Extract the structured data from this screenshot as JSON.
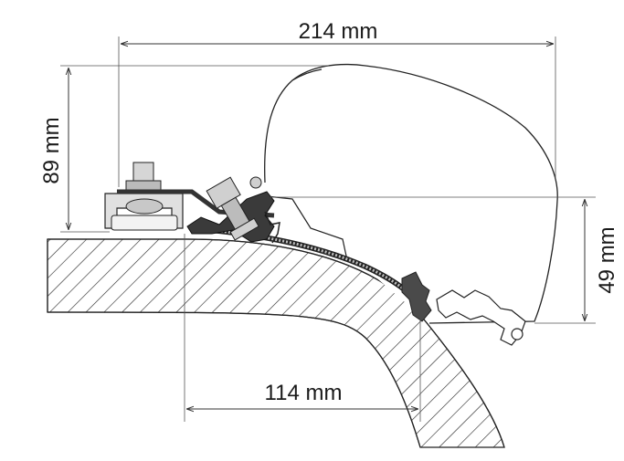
{
  "dimensions": {
    "width_total": "214 mm",
    "height_total": "89 mm",
    "height_front": "49 mm",
    "width_mount": "114 mm"
  },
  "colors": {
    "line": "#222222",
    "metal_dark": "#3a3a3a",
    "metal_light": "#d9d9d9",
    "seal": "#bfbfbf"
  }
}
